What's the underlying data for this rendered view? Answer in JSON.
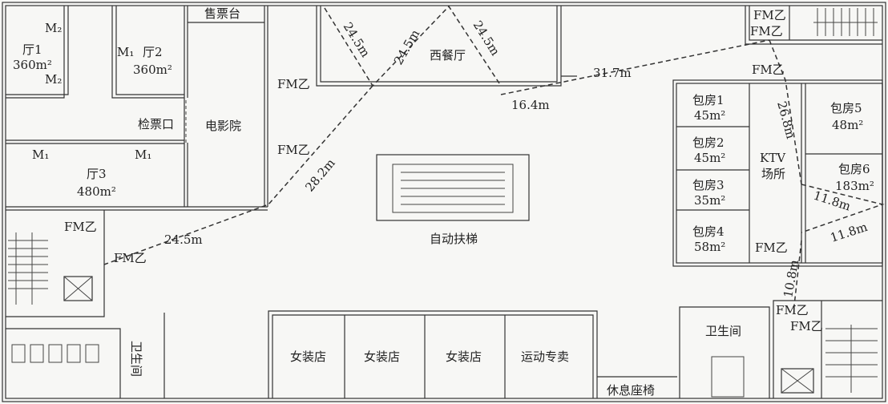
{
  "cinema": {
    "hall1": {
      "name": "厅1",
      "area": "360m²",
      "doors": [
        "M₂",
        "M₂"
      ]
    },
    "hall2": {
      "name": "厅2",
      "area": "360m²",
      "door": "M₁"
    },
    "hall3": {
      "name": "厅3",
      "area": "480m²",
      "doors": [
        "M₁",
        "M₁"
      ]
    },
    "ticket_desk": "售票台",
    "ticket_check": "检票口",
    "title": "电影院",
    "exits": [
      "FM乙",
      "FM乙"
    ]
  },
  "restaurant": {
    "name": "西餐厅"
  },
  "escalator": {
    "label": "自动扶梯"
  },
  "ktv": {
    "title_line1": "KTV",
    "title_line2": "场所",
    "rooms": [
      {
        "name": "包房1",
        "area": "45m²"
      },
      {
        "name": "包房2",
        "area": "45m²"
      },
      {
        "name": "包房3",
        "area": "35m²"
      },
      {
        "name": "包房4",
        "area": "58m²"
      },
      {
        "name": "包房5",
        "area": "48m²"
      },
      {
        "name": "包房6",
        "area": "183m²"
      }
    ],
    "doors": [
      "FM乙",
      "FM乙"
    ]
  },
  "fire_doors": {
    "top_right_1": "FM乙",
    "top_right_2": "FM乙",
    "left_stair_1": "FM乙",
    "left_stair_2": "FM乙",
    "bottom_right_1": "FM乙",
    "bottom_right_2": "FM乙"
  },
  "distances": {
    "rest_left": "24.5m",
    "rest_mid": "24.5m",
    "rest_right": "24.5m",
    "to_ktv_stair": "16.4m",
    "long_top": "31.7m",
    "cinema_diag": "28.2m",
    "left_stair": "24.5m",
    "ktv_corridor": "26.8m",
    "room6_a": "11.8m",
    "room6_b": "11.8m",
    "ktv_bottom": "10.8m"
  },
  "shops": [
    "女装店",
    "女装店",
    "女装店",
    "运动专卖"
  ],
  "toilet_left": "卫生间",
  "toilet_right": "卫生间",
  "seating": "休息座椅"
}
